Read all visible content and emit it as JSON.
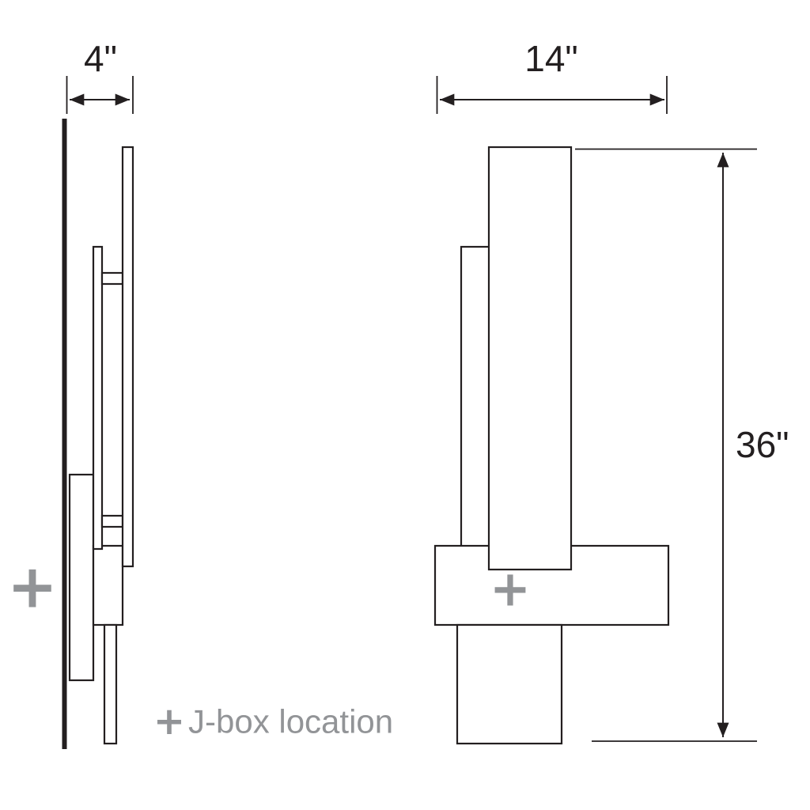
{
  "diagram": {
    "dimensions": {
      "depth": "4\"",
      "width": "14\"",
      "height": "36\""
    },
    "legend": {
      "symbol": "+",
      "label": "J-box location"
    },
    "markers": {
      "side_jbox": "+",
      "front_jbox": "+"
    },
    "colors": {
      "line": "#231f20",
      "gray": "#929497",
      "background": "#ffffff"
    }
  }
}
